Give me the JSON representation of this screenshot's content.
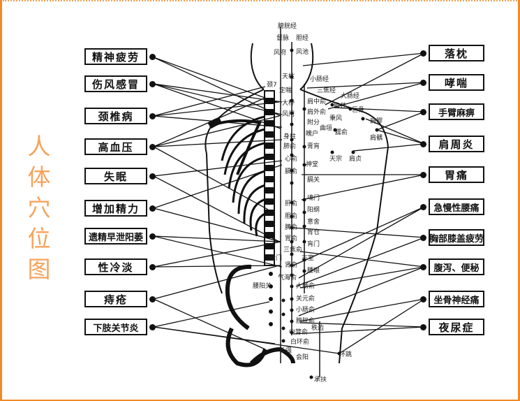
{
  "side_title": [
    "人",
    "体",
    "穴",
    "位",
    "图"
  ],
  "left_labels": [
    "精神疲劳",
    "伤风感冒",
    "颈椎病",
    "高血压",
    "失眠",
    "增加精力",
    "遗精早泄阳萎",
    "性冷淡",
    "痔疮",
    "下肢关节炎"
  ],
  "right_labels": [
    "落枕",
    "哮喘",
    "手臂麻痹",
    "肩周炎",
    "胃痛",
    "急慢性腰痛",
    "胸部膝盖疲劳",
    "腹泻、便秘",
    "坐骨神经痛",
    "夜尿症"
  ],
  "acupoints": [
    "膀胱经",
    "督脉",
    "胆经",
    "风池",
    "风府",
    "天柱",
    "颈7",
    "定喘",
    "小肠经",
    "三焦经",
    "大肠经",
    "大杼",
    "风门",
    "肩中俞",
    "肩外俞",
    "肩井",
    "巨骨",
    "附分",
    "曲垣",
    "秉风",
    "天宗",
    "魄户",
    "肩髎",
    "肩髃",
    "臑俞",
    "身柱",
    "肺俞",
    "膏肓",
    "心俞",
    "神堂",
    "膈俞",
    "膈关",
    "肝俞",
    "魂门",
    "胆俞",
    "阳纲",
    "脾俞",
    "意舍",
    "胃俞",
    "胃仓",
    "三焦俞",
    "肓门",
    "肾俞",
    "志室",
    "命门",
    "腰眼",
    "气海俞",
    "大肠俞",
    "关元俞",
    "腰阳关",
    "小肠俞",
    "膀胱俞",
    "中膂俞",
    "秩边",
    "白环俞",
    "长强",
    "会阳",
    "环跳",
    "承扶",
    "肩贞"
  ],
  "colors": {
    "accent": "#f08a28",
    "title": "#f6a35c",
    "ink": "#111111"
  }
}
